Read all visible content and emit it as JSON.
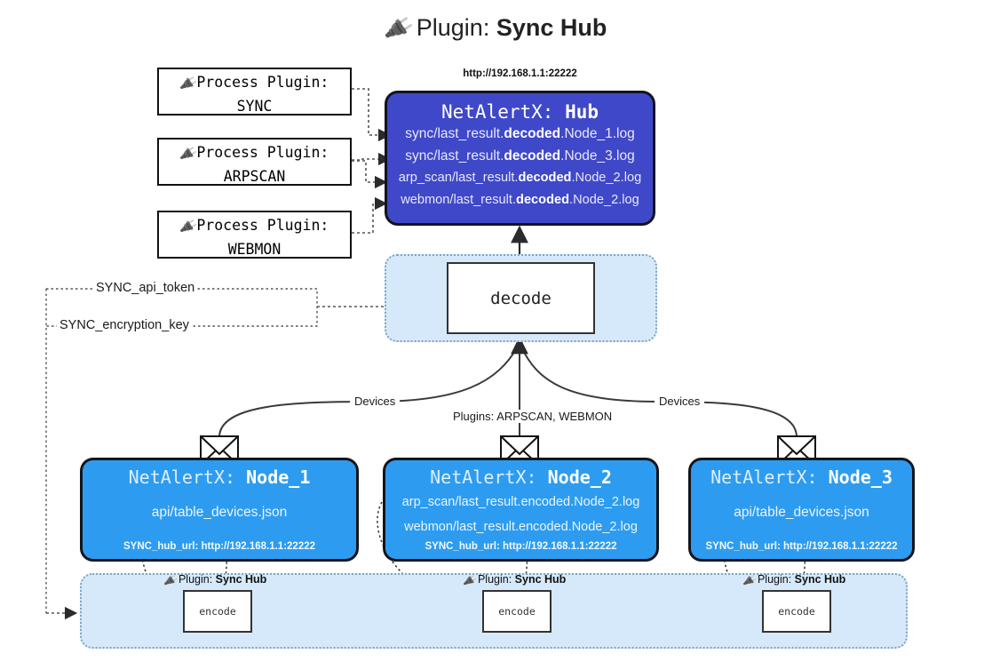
{
  "title": {
    "icon": "plug-icon",
    "prefix": "Plugin:",
    "name": "Sync Hub"
  },
  "process_plugins": [
    {
      "line1": "Process Plugin:",
      "line2": "SYNC",
      "icon": "plug-icon"
    },
    {
      "line1": "Process Plugin:",
      "line2": "ARPSCAN",
      "icon": "plug-icon"
    },
    {
      "line1": "Process Plugin:",
      "line2": "WEBMON",
      "icon": "plug-icon"
    }
  ],
  "hub": {
    "url": "http://192.168.1.1:22222",
    "title_prefix": "NetAlertX:",
    "title_name": "Hub",
    "color": "#3f48c8",
    "logs": [
      {
        "pre": "sync/last_result.",
        "mid": "decoded",
        "post": ".Node_1.log"
      },
      {
        "pre": "sync/last_result.",
        "mid": "decoded",
        "post": ".Node_3.log"
      },
      {
        "pre": "arp_scan/last_result.",
        "mid": "decoded",
        "post": ".Node_2.log"
      },
      {
        "pre": "webmon/last_result.",
        "mid": "decoded",
        "post": ".Node_2.log"
      }
    ]
  },
  "decode": {
    "label": "decode",
    "container_color": "#d6e9fa"
  },
  "tokens": [
    {
      "label": "SYNC_api_token"
    },
    {
      "label": "SYNC_encryption_key"
    }
  ],
  "edge_labels": {
    "left_devices": "Devices",
    "right_devices": "Devices",
    "center_plugins": "Plugins: ARPSCAN, WEBMON"
  },
  "nodes": [
    {
      "title_prefix": "NetAlertX:",
      "title_name": "Node_1",
      "color": "#2d9cf0",
      "lines": [
        "api/table_devices.json"
      ],
      "hub_url_label": "SYNC_hub_url: http://192.168.1.1:22222",
      "icon": "envelope-icon"
    },
    {
      "title_prefix": "NetAlertX:",
      "title_name": "Node_2",
      "color": "#2d9cf0",
      "lines": [
        "arp_scan/last_result.encoded.Node_2.log",
        "webmon/last_result.encoded.Node_2.log"
      ],
      "hub_url_label": "SYNC_hub_url: http://192.168.1.1:22222",
      "icon": "envelope-icon"
    },
    {
      "title_prefix": "NetAlertX:",
      "title_name": "Node_3",
      "color": "#2d9cf0",
      "lines": [
        "api/table_devices.json"
      ],
      "hub_url_label": "SYNC_hub_url: http://192.168.1.1:22222",
      "icon": "envelope-icon"
    }
  ],
  "encode_band": {
    "caption_prefix": "Plugin:",
    "caption_name": "Sync Hub",
    "box_label": "encode",
    "container_color": "#d6e9fa"
  }
}
